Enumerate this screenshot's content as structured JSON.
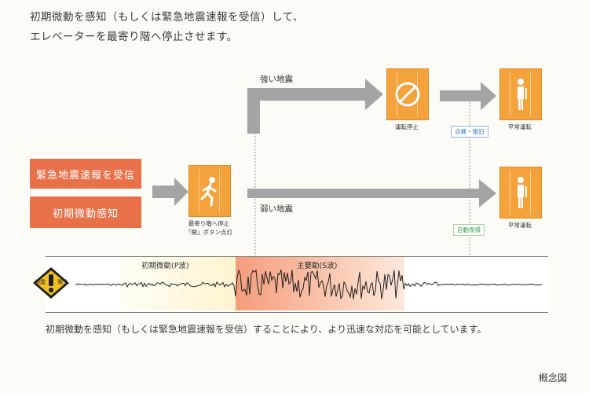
{
  "intro": {
    "line1": "初期微動を感知（もしくは緊急地震速報を受信）して、",
    "line2": "エレベーターを最寄り階へ停止させます。"
  },
  "triggers": [
    "緊急地震速報を受信",
    "初期微動感知"
  ],
  "nearest_stop": {
    "caption1": "最寄り階へ停止",
    "caption2": "「開」ボタン点灯"
  },
  "strong": {
    "label": "強い地震",
    "stop_caption": "運転停止",
    "badge": "点検・復旧",
    "resume_caption": "平常運転"
  },
  "weak": {
    "label": "弱い地震",
    "badge": "自動復帰",
    "resume_caption": "平常運転"
  },
  "seismograph": {
    "icon_text_left": "地震",
    "icon_text_right": "発生",
    "p_wave_label": "初期微動(P波)",
    "s_wave_label": "主要動(S波)"
  },
  "bottom_note": "初期微動を感知（もしくは緊急地震速報を受信）することにより、より迅速な対応を可能としています。",
  "figure_label": "概念図",
  "colors": {
    "orange": "#f4a23c",
    "red_box": "#e8714a",
    "arrow_gray": "#a4a4a4",
    "s_band": "#f7b493",
    "blue": "#2f74c0",
    "green": "#3d9a4a"
  }
}
